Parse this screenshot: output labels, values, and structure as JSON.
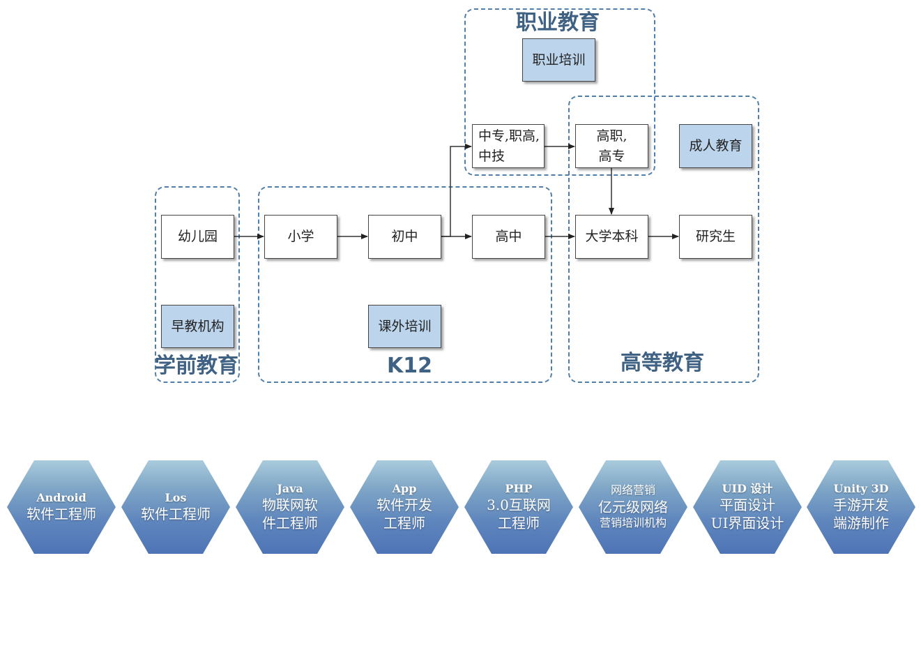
{
  "regions": {
    "vocational": "职业教育",
    "preschool": "学前教育",
    "k12": "K12",
    "higher": "高等教育"
  },
  "nodes": {
    "vocational_training": "职业培训",
    "secondary_vocational_line1": "中专,职高,",
    "secondary_vocational_line2": "中技",
    "higher_vocational_line1": "高职,",
    "higher_vocational_line2": "高专",
    "adult_education": "成人教育",
    "kindergarten": "幼儿园",
    "primary": "小学",
    "junior_high": "初中",
    "senior_high": "高中",
    "undergraduate": "大学本科",
    "graduate": "研究生",
    "early_education": "早教机构",
    "tutoring": "课外培训"
  },
  "hexagons": [
    {
      "line1": "Android",
      "line2": "软件工程师",
      "line3": ""
    },
    {
      "line1": "Los",
      "line2": "软件工程师",
      "line3": ""
    },
    {
      "line1": "Java",
      "line2": "物联网软",
      "line3": "件工程师"
    },
    {
      "line1": "App",
      "line2": "软件开发",
      "line3": "工程师"
    },
    {
      "line1": "PHP",
      "line2": "3.0互联网",
      "line3": "工程师"
    },
    {
      "line1": "网络营销",
      "line2": "亿元级网络",
      "line3": "营销培训机构"
    },
    {
      "line1": "UID 设计",
      "line2": "平面设计",
      "line3": "UI界面设计"
    },
    {
      "line1": "Unity  3D",
      "line2": "手游开发",
      "line3": "端游制作"
    }
  ],
  "colors": {
    "dashed_border": "#4f7eab",
    "region_title": "#3e6184",
    "blue_node": "#bcd5ec",
    "hexagon": "#5f86bd"
  }
}
